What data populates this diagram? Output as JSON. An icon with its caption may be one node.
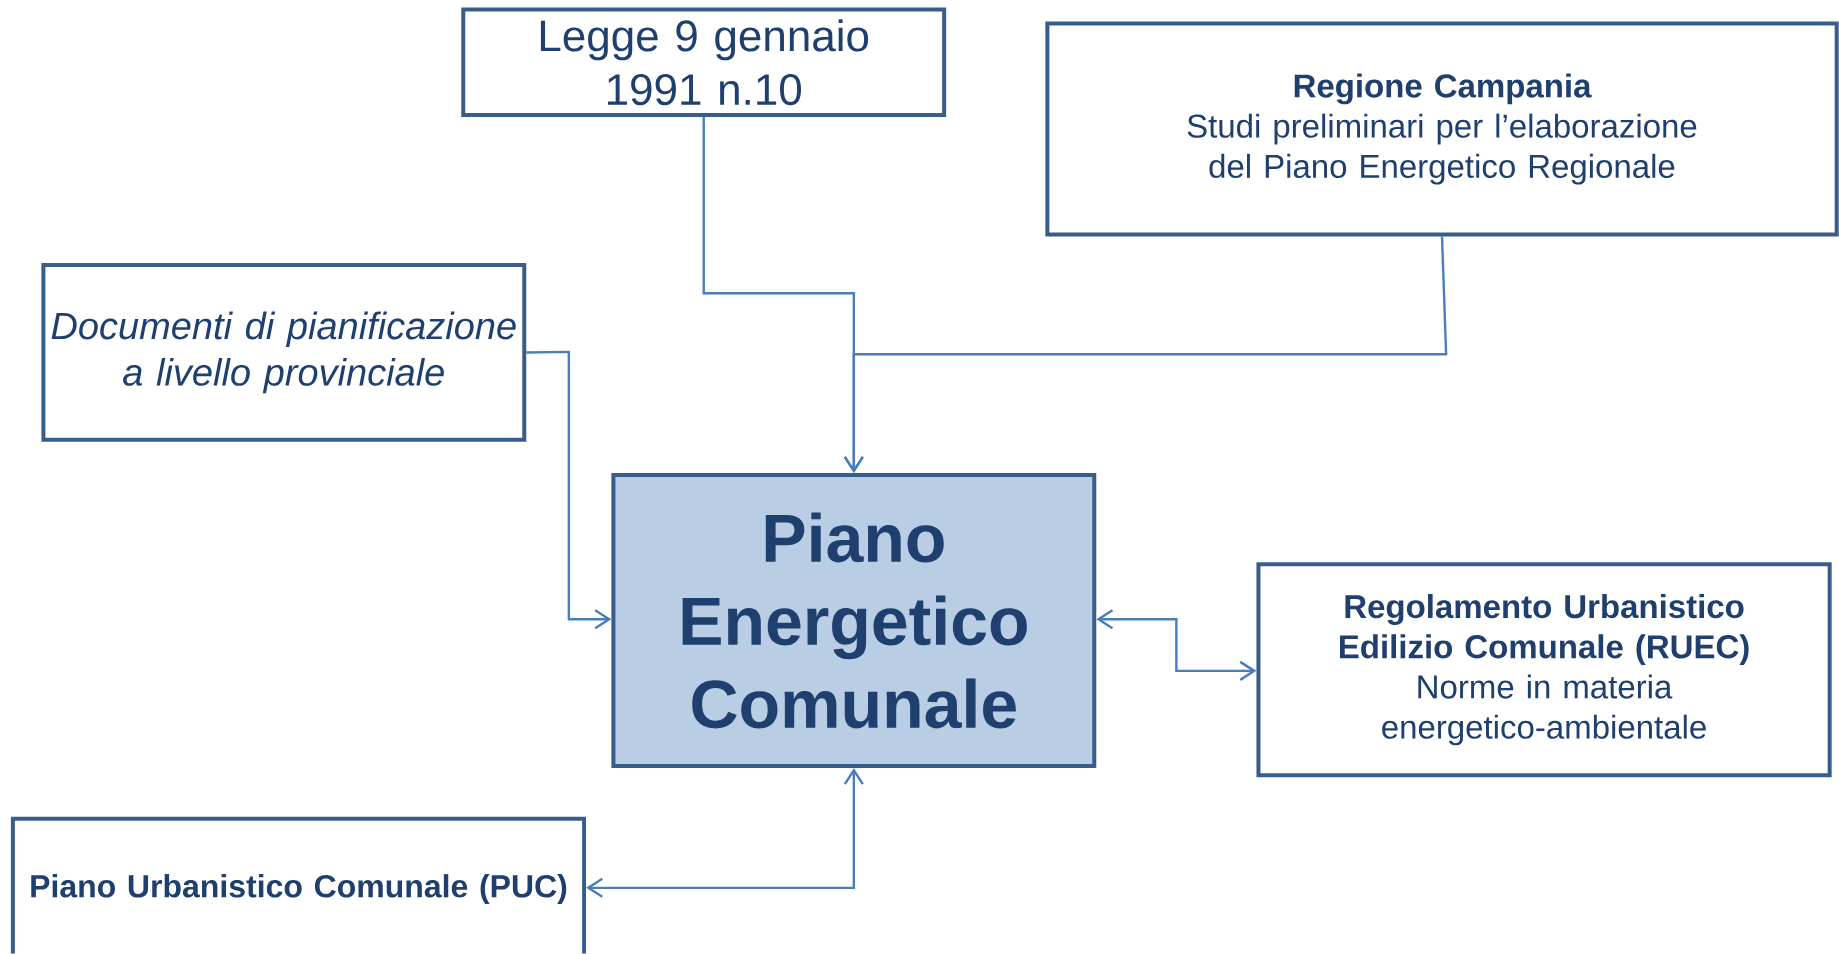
{
  "diagram": {
    "nodes": [
      {
        "text": [
          "Legge 9 gennaio 1991 n.10"
        ]
      },
      {
        "text": [
          "Regione Campania",
          "Studi preliminari per l’elaborazione del Piano Energetico Regionale"
        ]
      },
      {
        "text": [
          "Documenti di pianificazione a livello provinciale"
        ]
      },
      {
        "text": [
          "Piano Energetico Comunale"
        ]
      },
      {
        "text": [
          "Regolamento Urbanistico Edilizio Comunale (RUEC)",
          "Norme in materia energetico-ambientale"
        ]
      },
      {
        "text": [
          "Piano Urbanistico Comunale (PUC)"
        ]
      }
    ],
    "edges": [
      {
        "from": 0,
        "to": 3,
        "arrow": "to"
      },
      {
        "from": 1,
        "to": 3,
        "arrow": "to"
      },
      {
        "from": 2,
        "to": 3,
        "arrow": "to"
      },
      {
        "from": 3,
        "to": 4,
        "arrow": "both"
      },
      {
        "from": 5,
        "to": 3,
        "arrow": "both"
      }
    ]
  }
}
